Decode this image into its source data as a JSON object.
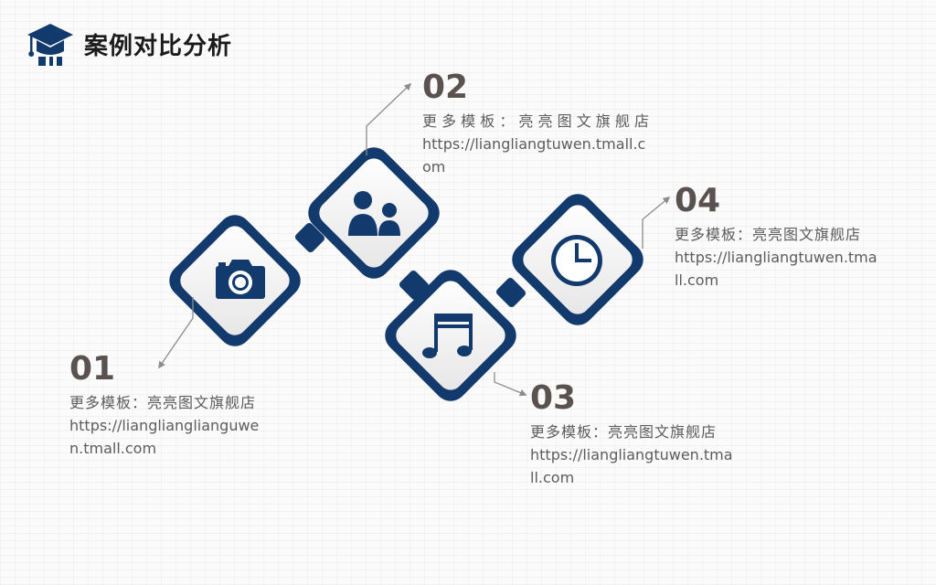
{
  "header": {
    "title": "案例对比分析",
    "icon": "graduation-cap-icon"
  },
  "colors": {
    "navy": "#123a6d",
    "number": "#5a5250",
    "text": "#5c5c5c",
    "connector": "#8c8c8c"
  },
  "items": [
    {
      "number": "01",
      "description": "更多模板：亮亮图文旗舰店",
      "url": "https://lianglianglianguwen.tmall.com",
      "icon": "camera-icon"
    },
    {
      "number": "02",
      "description": "更 多 模 板 ： 亮 亮 图 文 旗 舰 店",
      "url": "https://liangliangtuwen.tmall.com",
      "icon": "users-icon"
    },
    {
      "number": "03",
      "description": "更多模板：亮亮图文旗舰店",
      "url": "https://liangliangtuwen.tmall.com",
      "icon": "music-note-icon"
    },
    {
      "number": "04",
      "description": "更多模板：亮亮图文旗舰店",
      "url": "https://liangliangtuwen.tmall.com",
      "icon": "clock-icon"
    }
  ]
}
